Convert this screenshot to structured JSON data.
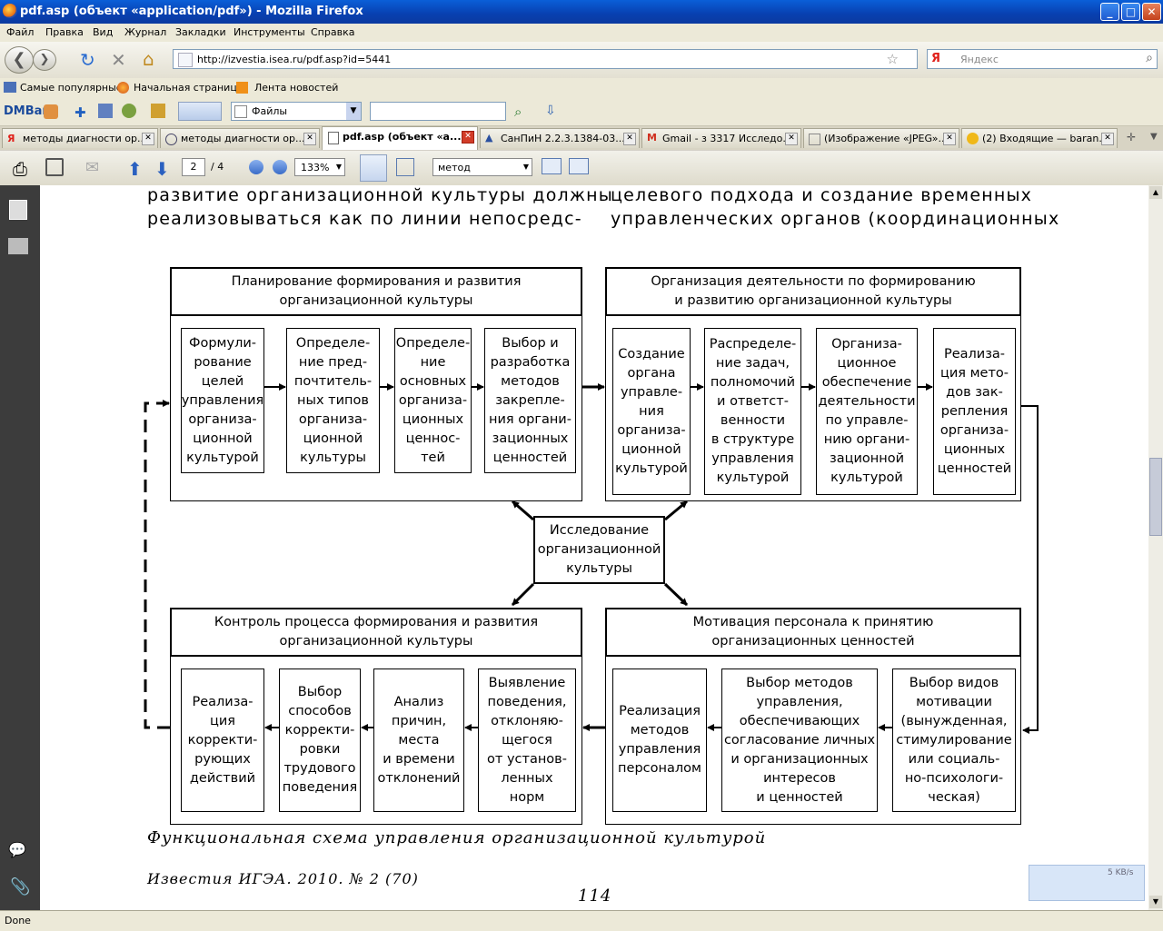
{
  "window": {
    "title": "pdf.asp (объект «application/pdf») - Mozilla Firefox"
  },
  "menu": [
    "Файл",
    "Правка",
    "Вид",
    "Журнал",
    "Закладки",
    "Инструменты",
    "Справка"
  ],
  "nav": {
    "url": "http://izvestia.isea.ru/pdf.asp?id=5441",
    "search_placeholder": "Яндекс"
  },
  "bookmarks": [
    "Самые популярные",
    "Начальная страница",
    "Лента новостей"
  ],
  "dmbar": {
    "logo": "DMBar",
    "dropdown_value": "Файлы"
  },
  "tabs": [
    {
      "label": "методы диагности ор..."
    },
    {
      "label": "методы диагности ор..."
    },
    {
      "label": "pdf.asp (объект «а..."
    },
    {
      "label": "СанПиН 2.2.3.1384-03..."
    },
    {
      "label": "Gmail - з 3317 Исследо..."
    },
    {
      "label": "(Изображение «JPEG»..."
    },
    {
      "label": "(2) Входящие — baran..."
    }
  ],
  "pdf_toolbar": {
    "page": "2",
    "page_total": "/ 4",
    "zoom": "133%",
    "find": "метод"
  },
  "document": {
    "body_left": [
      "развитие организационной культуры должны",
      "реализовываться как по линии непосредс-"
    ],
    "body_right": [
      "целевого подхода и создание временных",
      "управленческих органов (координационных"
    ],
    "planning": {
      "header": "Планирование формирования и развития\nорганизационной культуры",
      "boxes": [
        "Формули-\nрование\nцелей\nуправления\nорганиза-\nционной\nкультурой",
        "Определе-\nние пред-\nпочтитель-\nных типов\nорганиза-\nционной\nкультуры",
        "Определе-\nние\nосновных\nорганиза-\nционных\nценнос-\nтей",
        "Выбор и\nразработка\nметодов\nзакрепле-\nния органи-\nзационных\nценностей"
      ]
    },
    "organization": {
      "header": "Организация деятельности по формированию\nи развитию организационной культуры",
      "boxes": [
        "Создание\nоргана\nуправле-\nния\nорганиза-\nционной\nкультурой",
        "Распределе-\nние задач,\nполномочий\nи ответст-\nвенности\nв структуре\nуправления\nкультурой",
        "Организа-\nционное\nобеспечение\nдеятельности\nпо управле-\nнию органи-\nзационной\nкультурой",
        "Реализа-\nция мето-\nдов зак-\nрепления\nорганиза-\nционных\nценностей"
      ]
    },
    "center": "Исследование\nорганизационной\nкультуры",
    "control": {
      "header": "Контроль процесса формирования и развития\nорганизационной культуры",
      "boxes": [
        "Реализа-\nция\nкорректи-\nрующих\nдействий",
        "Выбор\nспособов\nкорректи-\nровки\nтрудового\nповедения",
        "Анализ\nпричин,\nместа\nи времени\nотклонений",
        "Выявление\nповедения,\nотклоняю-\nщегося\nот установ-\nленных\nнорм"
      ]
    },
    "motivation": {
      "header": "Мотивация персонала к принятию\nорганизационных ценностей",
      "boxes": [
        "Реализация\nметодов\nуправления\nперсоналом",
        "Выбор методов\nуправления,\nобеспечивающих\nсогласование личных\nи организационных\nинтересов\nи ценностей",
        "Выбор видов\nмотивации\n(вынужденная,\nстимулирование\nили социаль-\nно-психологи-\nческая)"
      ]
    },
    "caption": "Функциональная схема управления организационной культурой",
    "journal": "Известия ИГЭА. 2010. № 2 (70)",
    "page_number": "114"
  },
  "download_widget": {
    "speed": "5 KB/s"
  },
  "status": "Done"
}
